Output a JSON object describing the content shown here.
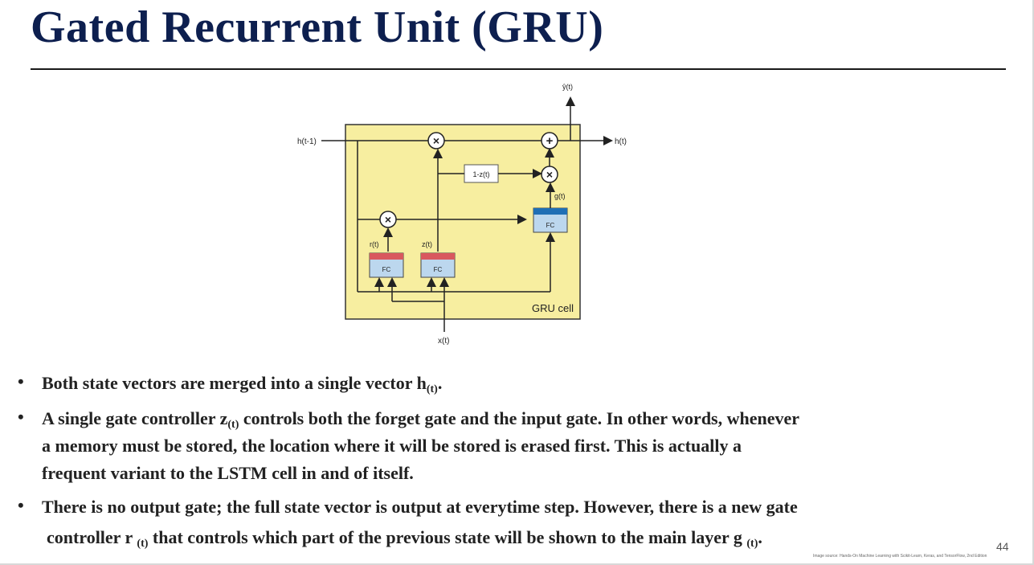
{
  "title": "Gated Recurrent Unit (GRU)",
  "diagram": {
    "cell_label": "GRU cell",
    "fc_label": "FC",
    "one_minus_z": "1-z(t)",
    "h_prev": "h(t-1)",
    "h_out": "h(t)",
    "y_out": "ŷ(t)",
    "x_in": "x(t)",
    "r_label": "r(t)",
    "z_label": "z(t)",
    "g_label": "g(t)",
    "colors": {
      "cell_bg": "#f7eea0",
      "cell_border": "#333333",
      "fc_fill": "#bcd7ee",
      "fc_top_red": "#d9585e",
      "fc_top_blue": "#1f6fb5"
    }
  },
  "bullets": [
    {
      "text_a": "Both state vectors are merged into a single vector h",
      "sub_a": "(t)",
      "text_b": "."
    },
    {
      "line1_a": "A single gate controller z",
      "line1_sub": "(t)",
      "line1_b": " controls both the forget gate and the input gate. In other words, whenever",
      "line2": "a memory must be stored, the location where it will be stored is erased first. This is actually a",
      "line3": "frequent variant to the LSTM cell in and of itself."
    },
    {
      "line1": "There is no output gate; the full state vector is output at everytime step. However, there is a new gate",
      "line2_a": "controller r ",
      "line2_sub": "(t)",
      "line2_b": " that controls which part of the previous state will be shown to the main layer g ",
      "line2_sub2": "(t)",
      "line2_c": "."
    }
  ],
  "page_number": "44",
  "image_source": "Image source: Hands-On Machine Learning with Scikit-Learn, Keras, and TensorFlow, 2nd Edition"
}
